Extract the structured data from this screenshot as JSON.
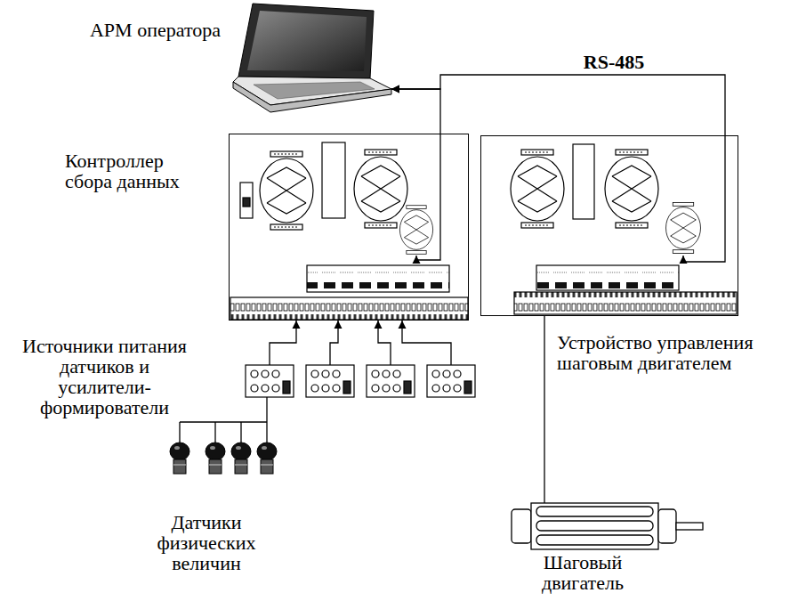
{
  "diagram": {
    "nodes": [
      {
        "text": [
          "АРМ оператора"
        ]
      },
      {
        "text": [
          "Контроллер сбора данных"
        ]
      },
      {
        "text": [
          "Устройство управления шаговым двигателем"
        ]
      },
      {
        "text": [
          "Источники питания датчиков и усилители-формирователи"
        ]
      },
      {
        "text": [
          "Датчики физических величин"
        ]
      },
      {
        "text": [
          "Шаговый двигатель"
        ]
      }
    ],
    "edges": [
      {
        "from": 1,
        "to": 0,
        "arrow": "both"
      },
      {
        "from": 2,
        "to": 0,
        "arrow": "both",
        "label": "RS-485"
      },
      {
        "from": 3,
        "to": 1,
        "arrow": "to"
      },
      {
        "from": 4,
        "to": 3,
        "arrow": "none"
      },
      {
        "from": 2,
        "to": 5,
        "arrow": "none"
      }
    ]
  }
}
